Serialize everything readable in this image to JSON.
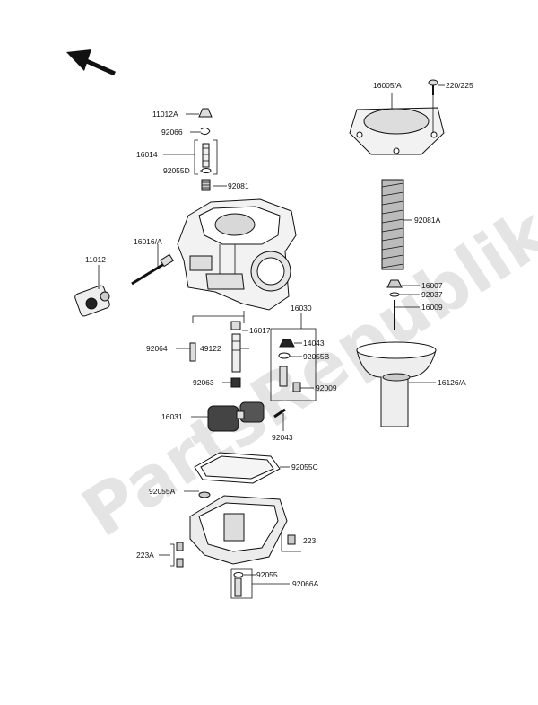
{
  "watermark": "PartsRepublik",
  "labels": {
    "l11012A": "11012A",
    "l92066": "92066",
    "l16014": "16014",
    "l92055D": "92055D",
    "l92081": "92081",
    "l16016A": "16016/A",
    "l11012": "11012",
    "l16005A": "16005/A",
    "l220_225": "220/225",
    "l92081A": "92081A",
    "l16007": "16007",
    "l92037": "92037",
    "l16009": "16009",
    "l16030": "16030",
    "l16017": "16017",
    "l92064": "92064",
    "l49122": "49122",
    "l14043": "14043",
    "l92055B": "92055B",
    "l92009": "92009",
    "l92063": "92063",
    "l16126A": "16126/A",
    "l16031": "16031",
    "l92043": "92043",
    "l92055C": "92055C",
    "l92055A": "92055A",
    "l223": "223",
    "l223A": "223A",
    "l92055": "92055",
    "l92066A": "92066A"
  }
}
